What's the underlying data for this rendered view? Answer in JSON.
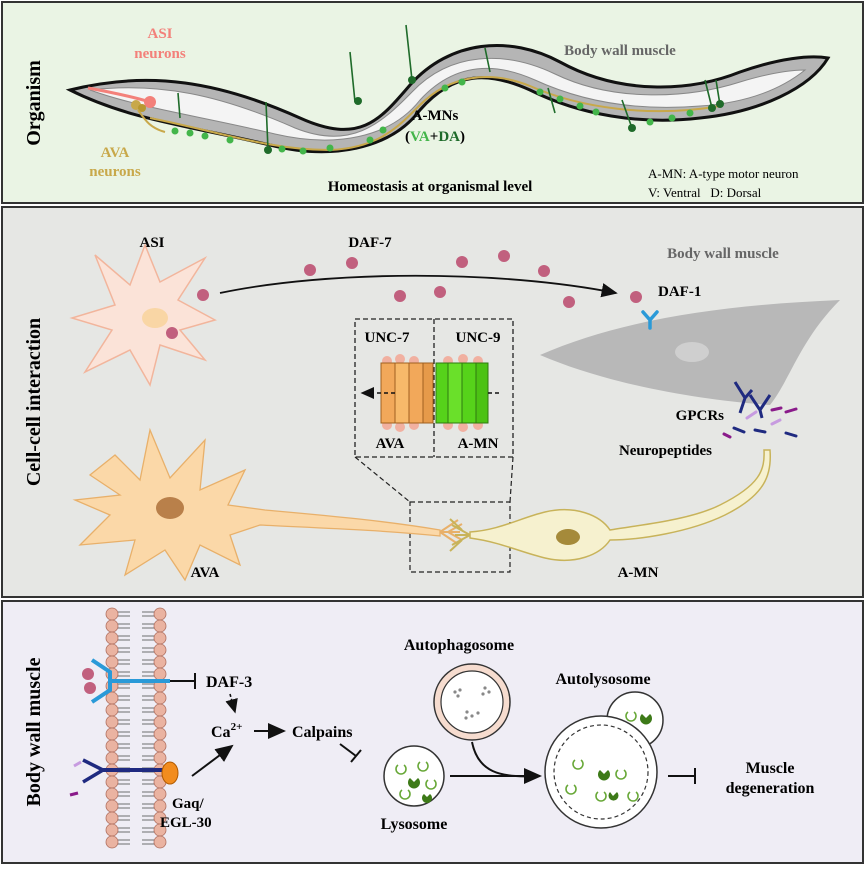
{
  "colors": {
    "panel_top": "#eaf4e4",
    "panel_mid": "#e6e7e4",
    "panel_bottom": "#efedf5",
    "asi_label": "#f3807a",
    "ava_label": "#c8a84a",
    "green_label": "#2e8b2e",
    "dot": "#c1607e",
    "membrane_head": "#eab3a1"
  },
  "panels": {
    "organism": {
      "title": "Organism",
      "asi_label": "ASI",
      "asi_sub": "neurons",
      "ava_label": "AVA",
      "ava_sub": "neurons",
      "body_wall_muscle": "Body wall muscle",
      "amns": "A-MNs",
      "amns_paren_open": "(",
      "amns_va": "VA",
      "amns_plus": "+",
      "amns_da": "DA",
      "amns_paren_close": ")",
      "homeostasis": "Homeostasis at organismal level",
      "legend_line1": "A-MN: A-type motor neuron",
      "legend_line2": "V: Ventral   D: Dorsal"
    },
    "cell": {
      "title": "Cell-cell interaction",
      "asi": "ASI",
      "daf7": "DAF-7",
      "body_wall_muscle": "Body wall muscle",
      "daf1": "DAF-1",
      "unc7": "UNC-7",
      "unc9": "UNC-9",
      "ava_box": "AVA",
      "amn_box": "A-MN",
      "gpcrs": "GPCRs",
      "neuropeptides": "Neuropeptides",
      "ava": "AVA",
      "amn": "A-MN"
    },
    "muscle": {
      "title": "Body wall muscle",
      "daf3": "DAF-3",
      "ca": "Ca",
      "ca_sup": "2+",
      "calpains": "Calpains",
      "gaq": "Gaq/",
      "egl30": "EGL-30",
      "autophagosome": "Autophagosome",
      "autolysosome": "Autolysosome",
      "lysosome": "Lysosome",
      "muscle_deg1": "Muscle",
      "muscle_deg2": "degeneration"
    }
  }
}
